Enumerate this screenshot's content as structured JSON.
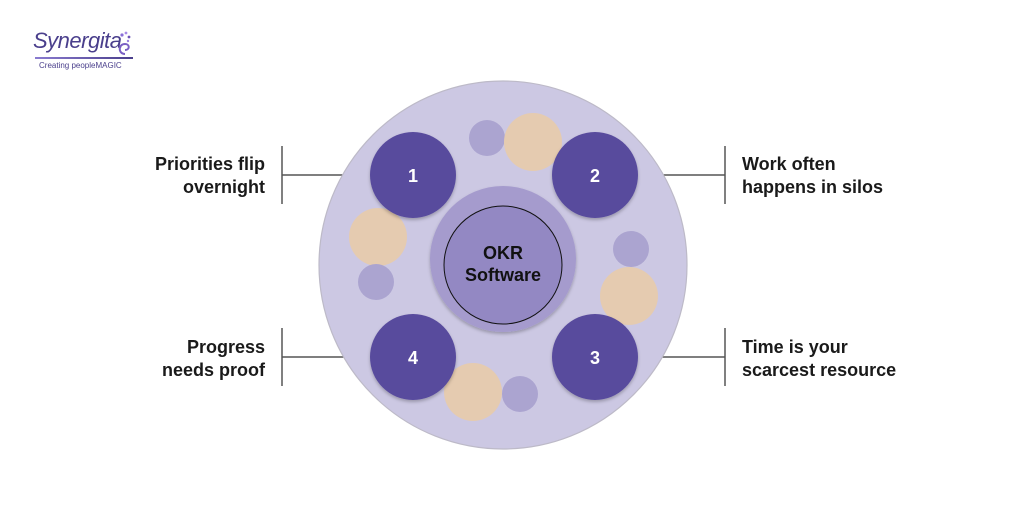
{
  "brand": {
    "name": "Synergita",
    "tagline": "Creating peopleMAGIC",
    "logo_icon": "swirl-logo-icon"
  },
  "center": {
    "line1": "OKR",
    "line2": "Software"
  },
  "nodes": [
    {
      "number": "1",
      "line1": "Priorities flip",
      "line2": "overnight",
      "side": "left"
    },
    {
      "number": "2",
      "line1": "Work often",
      "line2": "happens in silos",
      "side": "right"
    },
    {
      "number": "3",
      "line1": "Time is your",
      "line2": "scarcest resource",
      "side": "right"
    },
    {
      "number": "4",
      "line1": "Progress",
      "line2": "needs proof",
      "side": "left"
    }
  ],
  "colors": {
    "outer_disc": "#ccc8e3",
    "node_fill": "#594b9d",
    "center_ring": "#a59bcd",
    "center_core": "#9388c3",
    "peach": "#e5cbb0",
    "lilac": "#aba4d0",
    "connector": "#555555"
  }
}
